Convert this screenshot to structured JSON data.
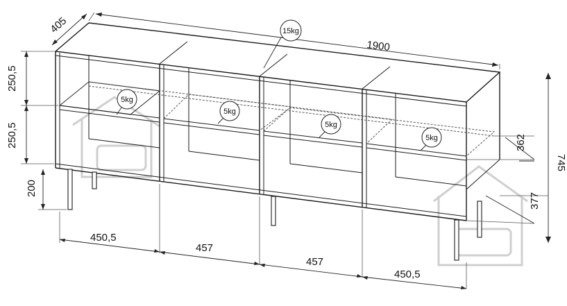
{
  "dimensions": {
    "depth": "405",
    "total_width": "1900",
    "shelf_height_top": "250,5",
    "shelf_height_middle": "250,5",
    "leg_height": "200",
    "inner_height": "362",
    "total_height": "745",
    "inner_depth": "377",
    "compartment_1": "450,5",
    "compartment_2": "457",
    "compartment_3": "457",
    "compartment_4": "450,5"
  },
  "loads": {
    "top": "15kg",
    "shelf_1": "5kg",
    "shelf_2": "5kg",
    "shelf_3": "5kg",
    "shelf_4": "5kg"
  },
  "colors": {
    "line": "#1a1a1a",
    "watermark": "#cfcfcf"
  }
}
